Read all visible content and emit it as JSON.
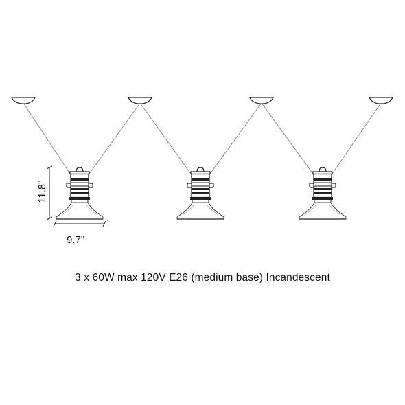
{
  "dimensions": {
    "height": "11.8\"",
    "width": "9.7\""
  },
  "fixture_count": 3,
  "spec_text": "3 x 60W max 120V E26 (medium base) Incandescent",
  "colors": {
    "line": "#222222",
    "cable": "#8a8a8a",
    "background": "#ffffff"
  }
}
